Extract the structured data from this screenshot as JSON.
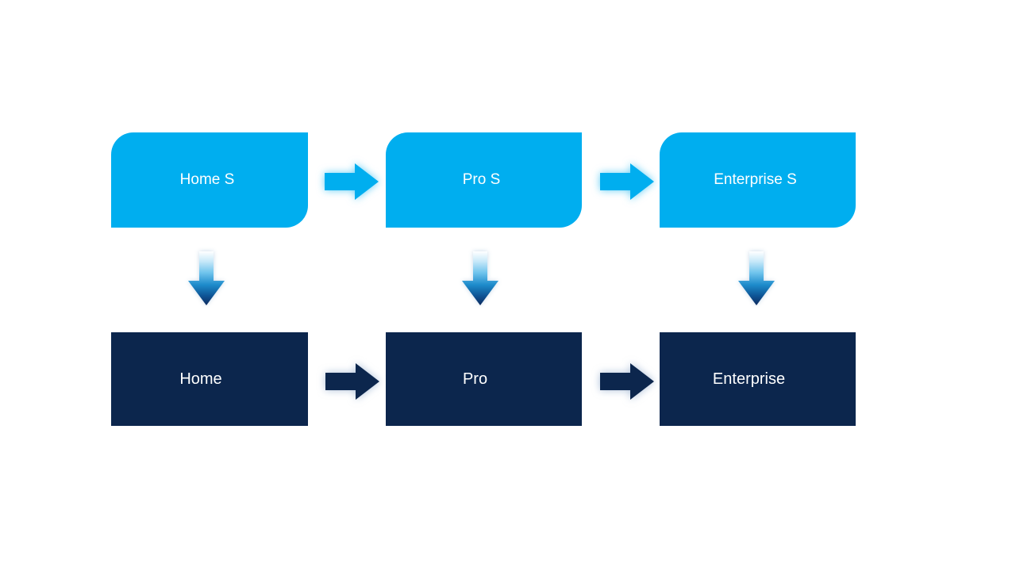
{
  "slide": {
    "background": "#FFFFFF",
    "colors": {
      "light_blue": "#00AEEF",
      "dark_navy": "#0C264D",
      "text_color": "#FFFFFF",
      "down_arrow_gradient_start": "#FFFFFF",
      "down_arrow_gradient_end": "#0D2A5E"
    },
    "diagram": {
      "top_row": [
        {
          "label": "Home S"
        },
        {
          "label": "Pro S"
        },
        {
          "label": "Enterprise S"
        }
      ],
      "bottom_row": [
        {
          "label": "Home"
        },
        {
          "label": "Pro"
        },
        {
          "label": "Enterprise"
        }
      ],
      "icons": {
        "horizontal": "right-arrow",
        "vertical": "down-arrow"
      }
    }
  }
}
